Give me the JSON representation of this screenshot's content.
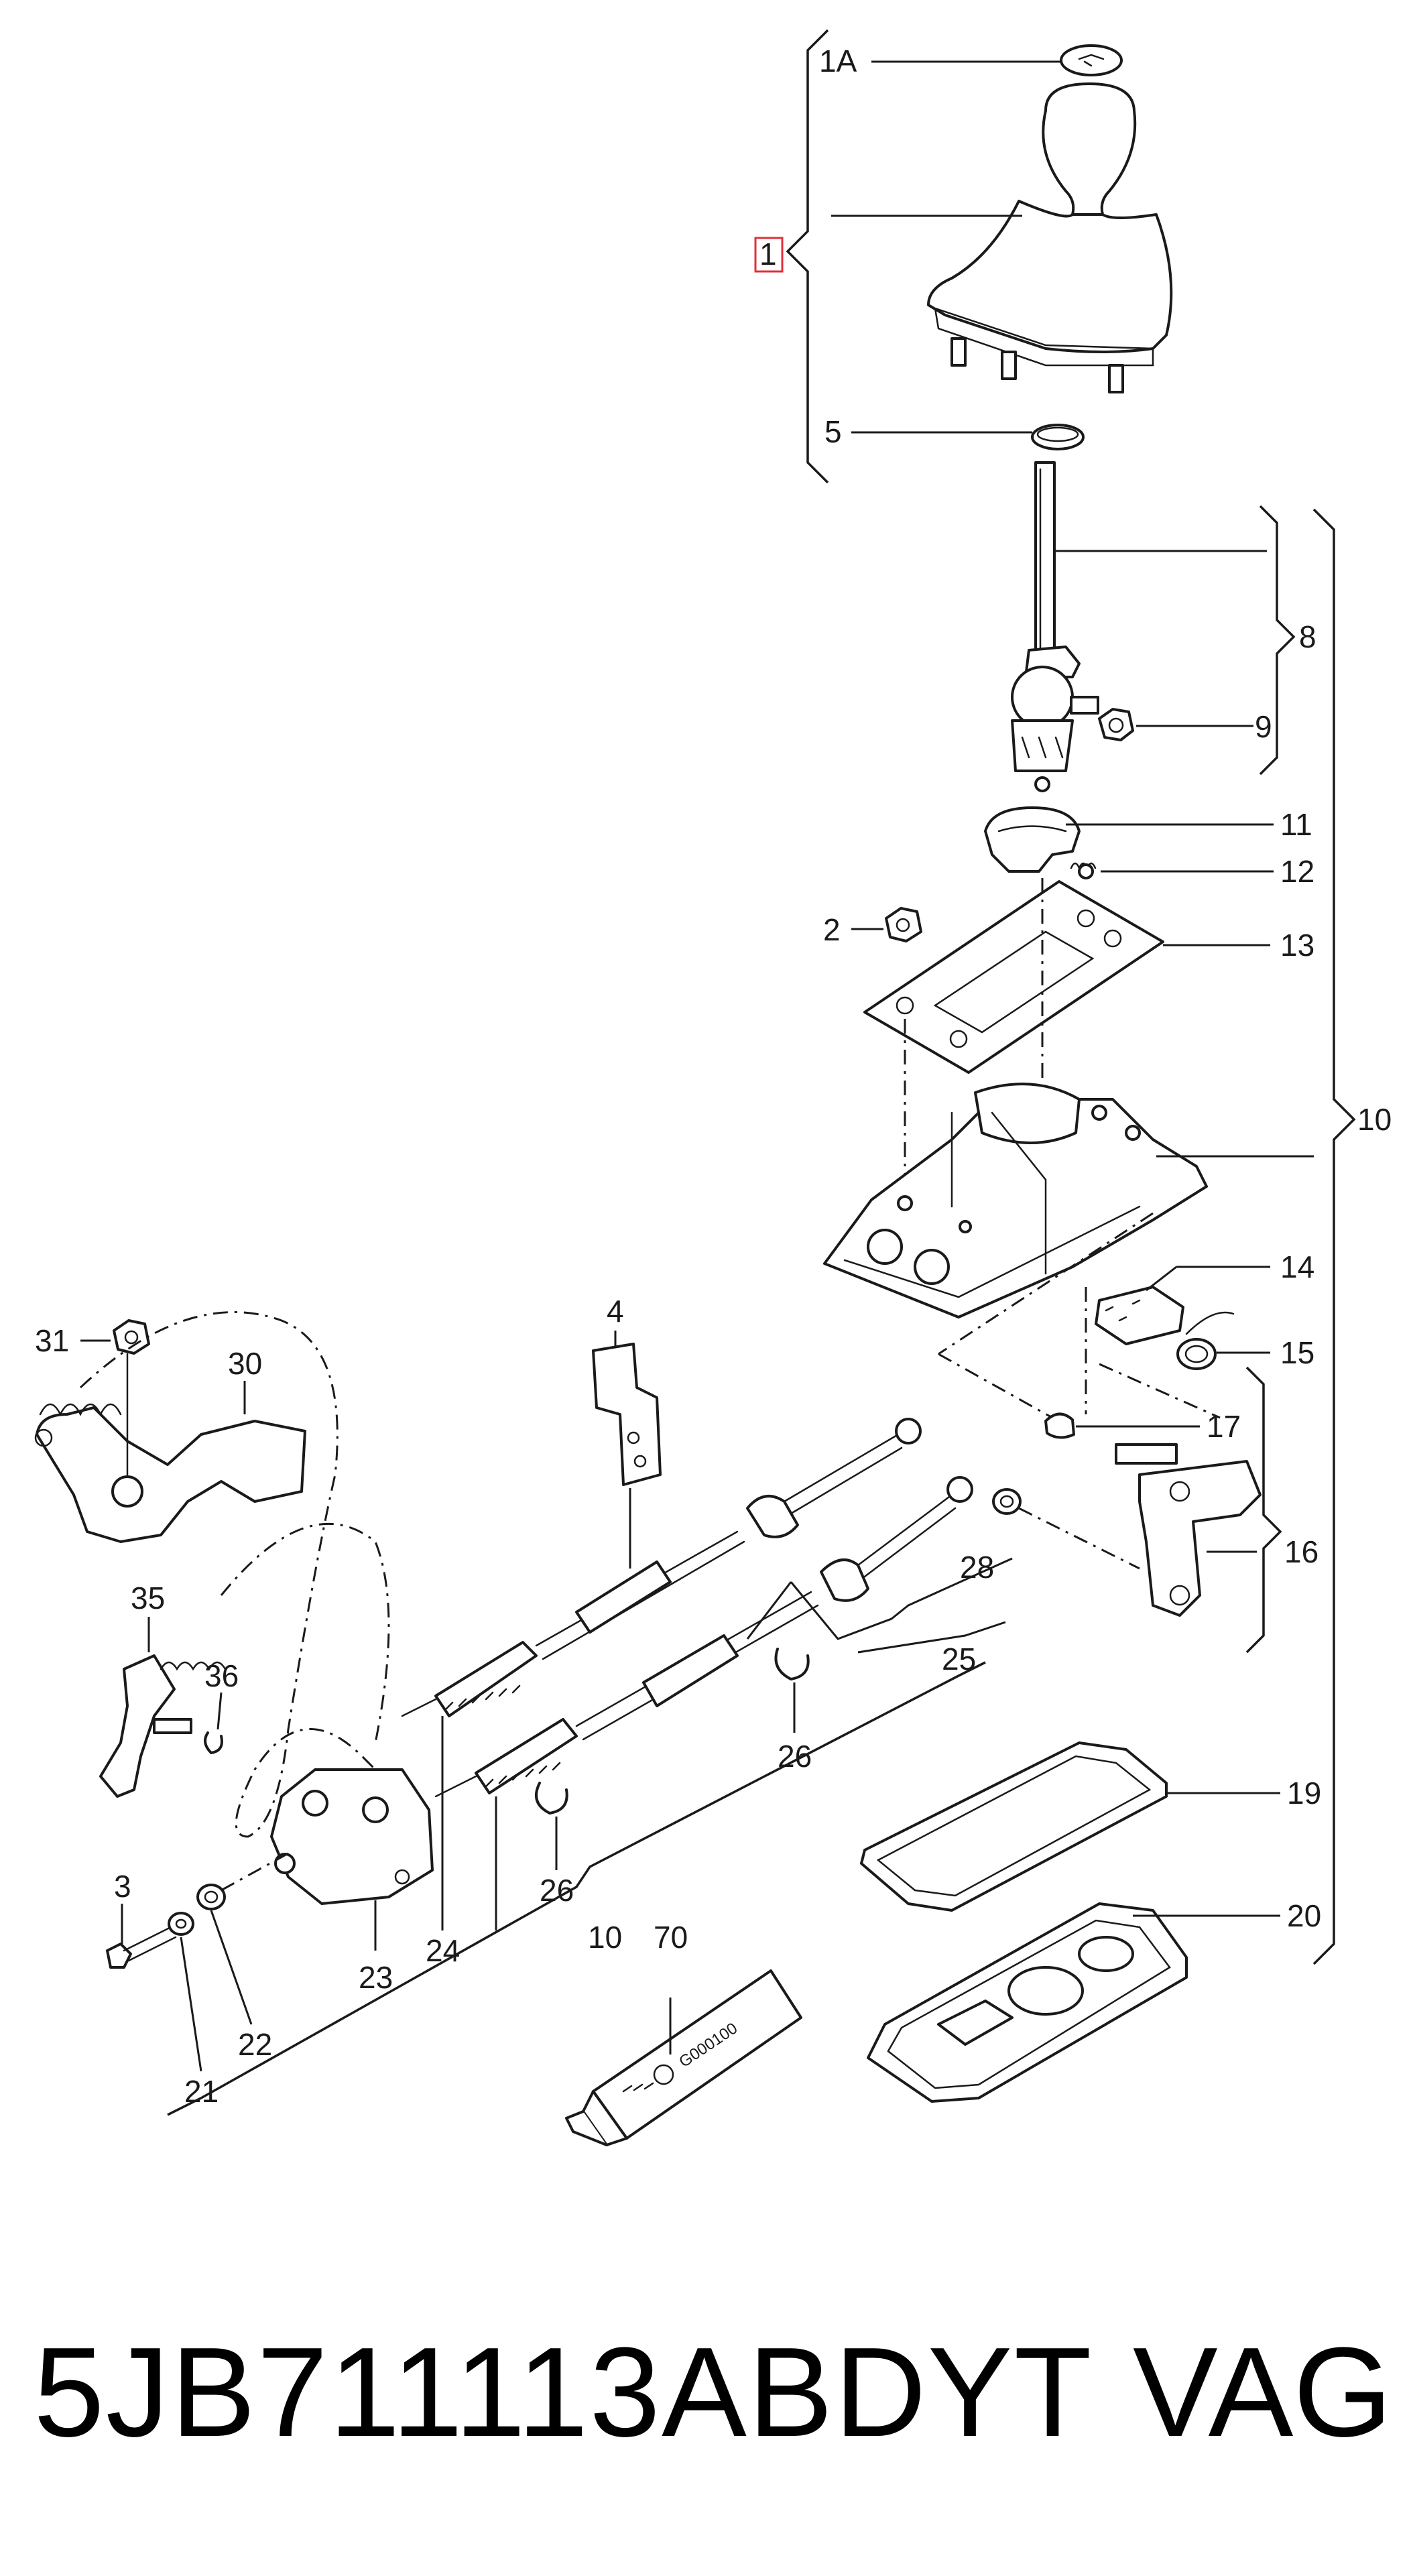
{
  "callouts": {
    "c1A": "1A",
    "c1": "1",
    "c5": "5",
    "c8": "8",
    "c9": "9",
    "c11": "11",
    "c12": "12",
    "c2": "2",
    "c13": "13",
    "c10a": "10",
    "c14": "14",
    "c15": "15",
    "c17": "17",
    "c16": "16",
    "c4": "4",
    "c31": "31",
    "c30": "30",
    "c28": "28",
    "c35": "35",
    "c36": "36",
    "c25": "25",
    "c26a": "26",
    "c26b": "26",
    "c19": "19",
    "c3": "3",
    "c24": "24",
    "c10b": "10",
    "c70": "70",
    "c20": "20",
    "c23": "23",
    "c22": "22",
    "c21": "21"
  },
  "tube_label": "G000100",
  "footer": {
    "part_number": "5JB711113ABDYT",
    "brand": "VAG"
  }
}
